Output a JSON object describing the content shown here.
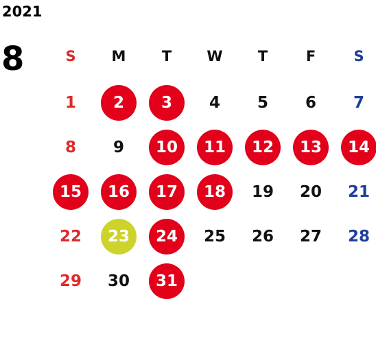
{
  "calendar": {
    "year": "2021",
    "month": "8",
    "weekday_headers": [
      "S",
      "M",
      "T",
      "W",
      "T",
      "F",
      "S"
    ],
    "colors": {
      "sunday": "#e02a2a",
      "saturday": "#1e3f9a",
      "weekday": "#111111",
      "highlight": "#e2001a",
      "special": "#cdd32a"
    },
    "weeks": [
      [
        {
          "day": "1",
          "highlight": "none"
        },
        {
          "day": "2",
          "highlight": "red"
        },
        {
          "day": "3",
          "highlight": "red"
        },
        {
          "day": "4",
          "highlight": "none"
        },
        {
          "day": "5",
          "highlight": "none"
        },
        {
          "day": "6",
          "highlight": "none"
        },
        {
          "day": "7",
          "highlight": "none"
        }
      ],
      [
        {
          "day": "8",
          "highlight": "none"
        },
        {
          "day": "9",
          "highlight": "none"
        },
        {
          "day": "10",
          "highlight": "red"
        },
        {
          "day": "11",
          "highlight": "red"
        },
        {
          "day": "12",
          "highlight": "red"
        },
        {
          "day": "13",
          "highlight": "red"
        },
        {
          "day": "14",
          "highlight": "red"
        }
      ],
      [
        {
          "day": "15",
          "highlight": "red"
        },
        {
          "day": "16",
          "highlight": "red"
        },
        {
          "day": "17",
          "highlight": "red"
        },
        {
          "day": "18",
          "highlight": "red"
        },
        {
          "day": "19",
          "highlight": "none"
        },
        {
          "day": "20",
          "highlight": "none"
        },
        {
          "day": "21",
          "highlight": "none"
        }
      ],
      [
        {
          "day": "22",
          "highlight": "none"
        },
        {
          "day": "23",
          "highlight": "yellow"
        },
        {
          "day": "24",
          "highlight": "red"
        },
        {
          "day": "25",
          "highlight": "none"
        },
        {
          "day": "26",
          "highlight": "none"
        },
        {
          "day": "27",
          "highlight": "none"
        },
        {
          "day": "28",
          "highlight": "none"
        }
      ],
      [
        {
          "day": "29",
          "highlight": "none"
        },
        {
          "day": "30",
          "highlight": "none"
        },
        {
          "day": "31",
          "highlight": "red"
        }
      ]
    ]
  }
}
